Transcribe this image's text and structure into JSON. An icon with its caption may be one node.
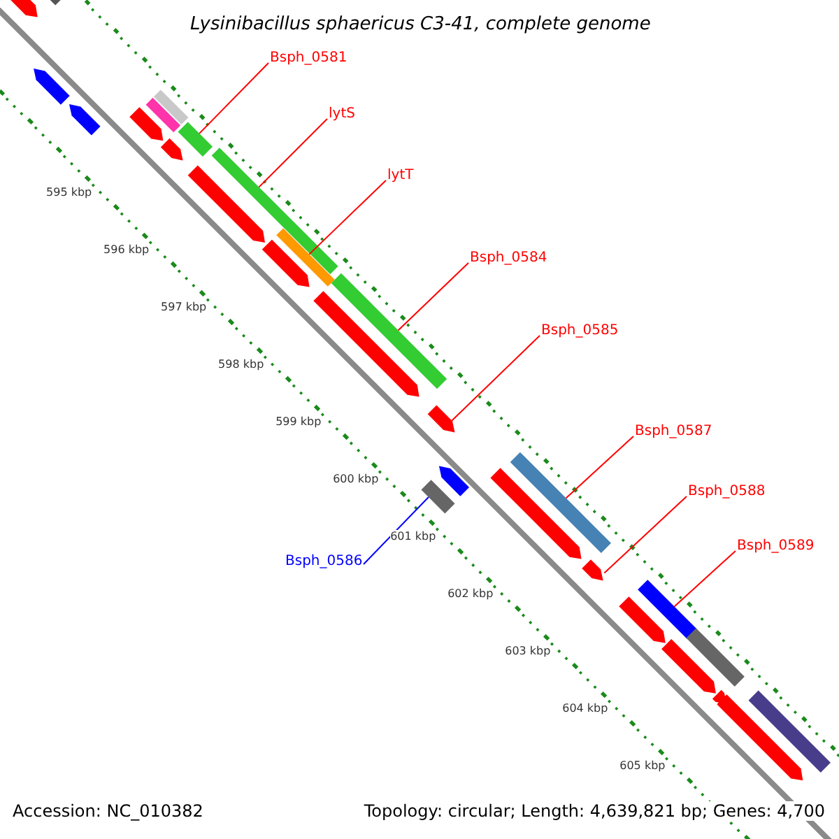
{
  "diagram": {
    "title": "Lysinibacillus sphaericus C3-41, complete genome",
    "nodes": [
      {
        "text": [
          "Bsph_0581"
        ]
      },
      {
        "text": [
          "lytS"
        ]
      },
      {
        "text": [
          "lytT"
        ]
      },
      {
        "text": [
          "Bsph_0584"
        ]
      },
      {
        "text": [
          "Bsph_0585"
        ]
      },
      {
        "text": [
          "Bsph_0587"
        ]
      },
      {
        "text": [
          "Bsph_0588"
        ]
      },
      {
        "text": [
          "Bsph_0589"
        ]
      },
      {
        "text": [
          "Bsph_0586"
        ]
      },
      {
        "text": [],
        "shape": "bar"
      },
      {
        "text": [],
        "shape": "bar"
      },
      {
        "text": [],
        "shape": "bar"
      },
      {
        "text": [],
        "shape": "bar"
      },
      {
        "text": [],
        "shape": "bar"
      },
      {
        "text": [],
        "shape": "bar"
      },
      {
        "text": [],
        "shape": "bar"
      },
      {
        "text": [],
        "shape": "bar"
      },
      {
        "text": [],
        "shape": "bar"
      },
      {
        "text": [],
        "shape": "bar"
      },
      {
        "text": [],
        "shape": "bar"
      },
      {
        "text": [],
        "shape": "bar"
      },
      {
        "text": [],
        "shape": "bar"
      },
      {
        "text": [],
        "shape": "bar"
      },
      {
        "text": [],
        "shape": "bar"
      },
      {
        "text": [],
        "shape": "bar"
      },
      {
        "text": [],
        "shape": "bar"
      },
      {
        "text": [],
        "shape": "bar"
      },
      {
        "text": [],
        "shape": "bar"
      },
      {
        "text": [],
        "shape": "bar"
      },
      {
        "text": [],
        "shape": "bar"
      },
      {
        "text": [],
        "shape": "bar"
      },
      {
        "text": [],
        "shape": "bar"
      },
      {
        "text": [],
        "shape": "bar"
      },
      {
        "text": [],
        "shape": "bar"
      },
      {
        "text": [],
        "shape": "bar"
      },
      {
        "text": [],
        "shape": "bar"
      },
      {
        "text": [],
        "shape": "bar"
      }
    ],
    "edges": [
      {
        "from": 0,
        "to": 17,
        "arrow": "none"
      },
      {
        "from": 1,
        "to": 19,
        "arrow": "none"
      },
      {
        "from": 2,
        "to": 21,
        "arrow": "none"
      },
      {
        "from": 3,
        "to": 23,
        "arrow": "none"
      },
      {
        "from": 4,
        "to": 24,
        "arrow": "none"
      },
      {
        "from": 5,
        "to": 28,
        "arrow": "none"
      },
      {
        "from": 6,
        "to": 29,
        "arrow": "none"
      },
      {
        "from": 7,
        "to": 31,
        "arrow": "none"
      },
      {
        "from": 8,
        "to": 26,
        "arrow": "none",
        "color": "#0000ff"
      }
    ],
    "labels": [
      "595 kbp",
      "596 kbp",
      "597 kbp",
      "598 kbp",
      "599 kbp",
      "600 kbp",
      "601 kbp",
      "602 kbp",
      "603 kbp",
      "604 kbp",
      "605 kbp",
      "Accession: NC_010382",
      "Topology: circular; Length: 4,639,821 bp; Genes: 4,700"
    ]
  }
}
